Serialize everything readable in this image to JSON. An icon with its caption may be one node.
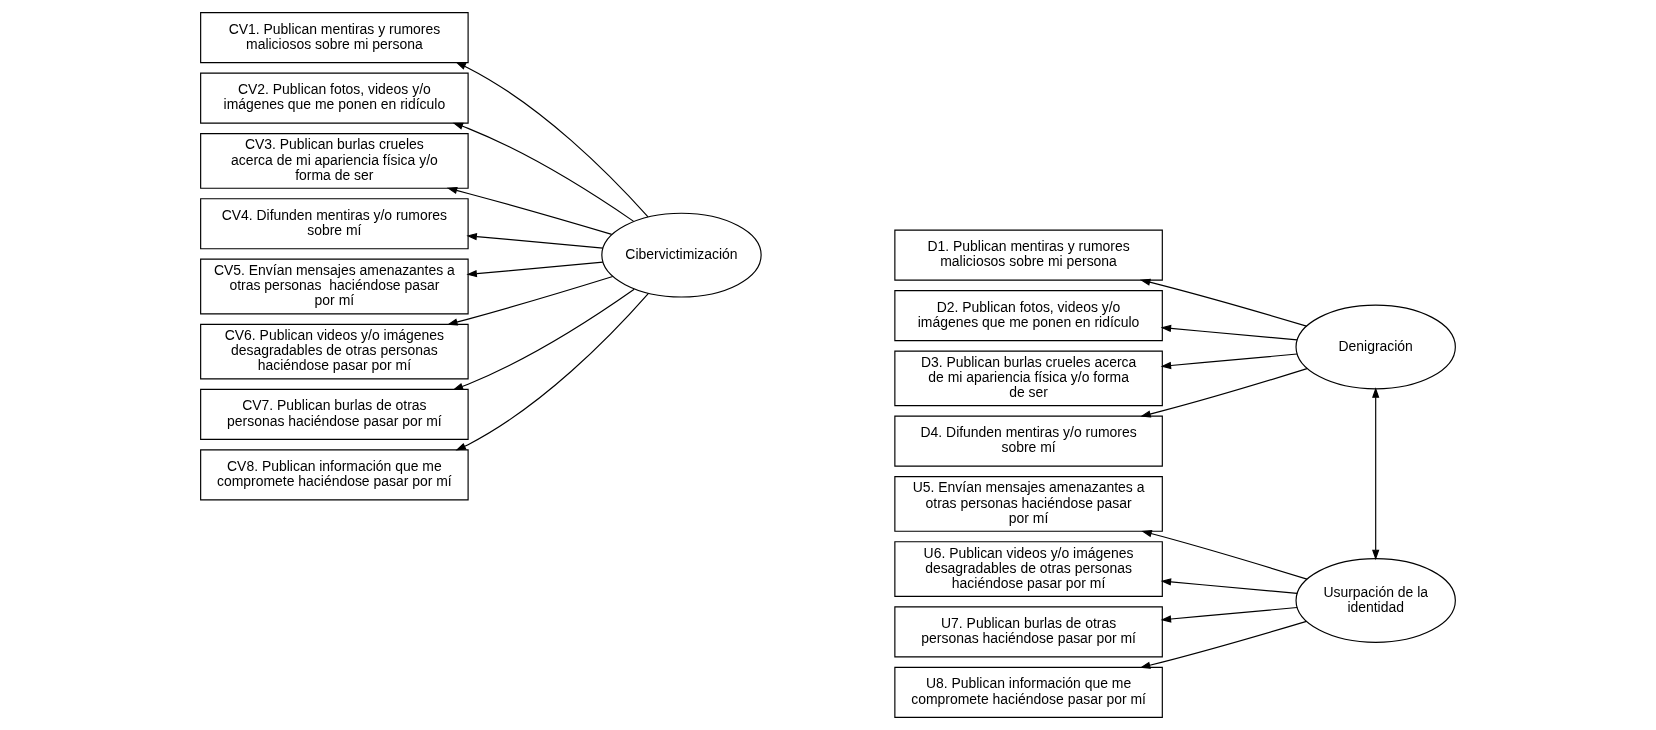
{
  "diagram": {
    "nodes": [
      {
        "text": [
          "CV1. Publican mentiras y rumores maliciosos sobre mi persona"
        ]
      },
      {
        "text": [
          "CV2. Publican fotos, videos y/o imágenes que me ponen en ridículo"
        ]
      },
      {
        "text": [
          "CV3. Publican burlas crueles acerca de mi apariencia física y/o forma de ser"
        ]
      },
      {
        "text": [
          "CV4. Difunden mentiras y/o rumores sobre mí"
        ]
      },
      {
        "text": [
          "CV5. Envían mensajes amenazantes a otras personas  haciéndose pasar por mí"
        ]
      },
      {
        "text": [
          "CV6. Publican videos y/o imágenes desagradables de otras personas haciéndose pasar por mí"
        ]
      },
      {
        "text": [
          "CV7. Publican burlas de otras personas haciéndose pasar por mí"
        ]
      },
      {
        "text": [
          "CV8. Publican información que me compromete haciéndose pasar por mí"
        ]
      },
      {
        "text": [
          "Cibervictimización"
        ]
      },
      {
        "text": [
          "D1. Publican mentiras y rumores maliciosos sobre mi persona"
        ]
      },
      {
        "text": [
          "D2. Publican fotos, videos y/o imágenes que me ponen en ridículo"
        ]
      },
      {
        "text": [
          "D3. Publican burlas crueles acerca de mi apariencia física y/o forma de ser"
        ]
      },
      {
        "text": [
          "D4. Difunden mentiras y/o rumores sobre mí"
        ]
      },
      {
        "text": [
          "Denigración"
        ]
      },
      {
        "text": [
          "U5. Envían mensajes amenazantes a otras personas haciéndose pasar por mí"
        ]
      },
      {
        "text": [
          "U6. Publican videos y/o imágenes desagradables de otras personas haciéndose pasar por mí"
        ]
      },
      {
        "text": [
          "U7. Publican burlas de otras personas haciéndose pasar por mí"
        ]
      },
      {
        "text": [
          "U8. Publican información que me compromete haciéndose pasar por mí"
        ]
      },
      {
        "text": [
          "Usurpación de la identidad"
        ]
      }
    ],
    "edges": [
      {
        "from": 8,
        "to": 0,
        "arrow": "to"
      },
      {
        "from": 8,
        "to": 1,
        "arrow": "to"
      },
      {
        "from": 8,
        "to": 2,
        "arrow": "to"
      },
      {
        "from": 8,
        "to": 3,
        "arrow": "to"
      },
      {
        "from": 8,
        "to": 4,
        "arrow": "to"
      },
      {
        "from": 8,
        "to": 5,
        "arrow": "to"
      },
      {
        "from": 8,
        "to": 6,
        "arrow": "to"
      },
      {
        "from": 8,
        "to": 7,
        "arrow": "to"
      },
      {
        "from": 13,
        "to": 9,
        "arrow": "to"
      },
      {
        "from": 13,
        "to": 10,
        "arrow": "to"
      },
      {
        "from": 13,
        "to": 11,
        "arrow": "to"
      },
      {
        "from": 13,
        "to": 12,
        "arrow": "to"
      },
      {
        "from": 18,
        "to": 14,
        "arrow": "to"
      },
      {
        "from": 18,
        "to": 15,
        "arrow": "to"
      },
      {
        "from": 18,
        "to": 16,
        "arrow": "to"
      },
      {
        "from": 18,
        "to": 17,
        "arrow": "to"
      },
      {
        "from": 13,
        "to": 18,
        "arrow": "both"
      }
    ]
  }
}
